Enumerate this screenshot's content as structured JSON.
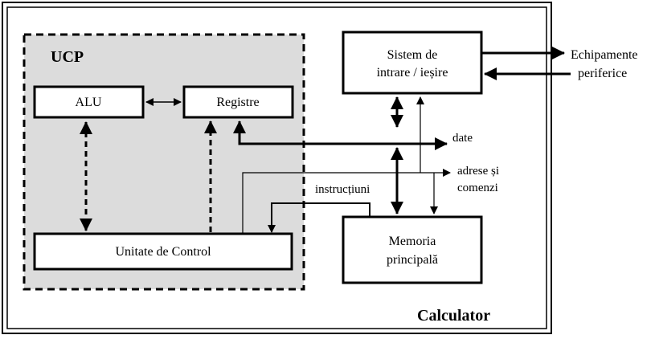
{
  "diagram": {
    "container_label": "Calculator",
    "ucp_label": "UCP",
    "blocks": {
      "alu": "ALU",
      "registers": "Registre",
      "control_unit": "Unitate de Control",
      "io_line1": "Sistem de",
      "io_line2": "intrare / ieșire",
      "memory_line1": "Memoria",
      "memory_line2": "principală"
    },
    "external": {
      "peripherals_line1": "Echipamente",
      "peripherals_line2": "periferice"
    },
    "buses": {
      "data": "date",
      "address_line1": "adrese și",
      "address_line2": "comenzi",
      "instructions": "instrucțiuni"
    }
  },
  "colors": {
    "ucp_background": "#dcdcdc",
    "box_fill": "#ffffff",
    "stroke": "#000000"
  }
}
